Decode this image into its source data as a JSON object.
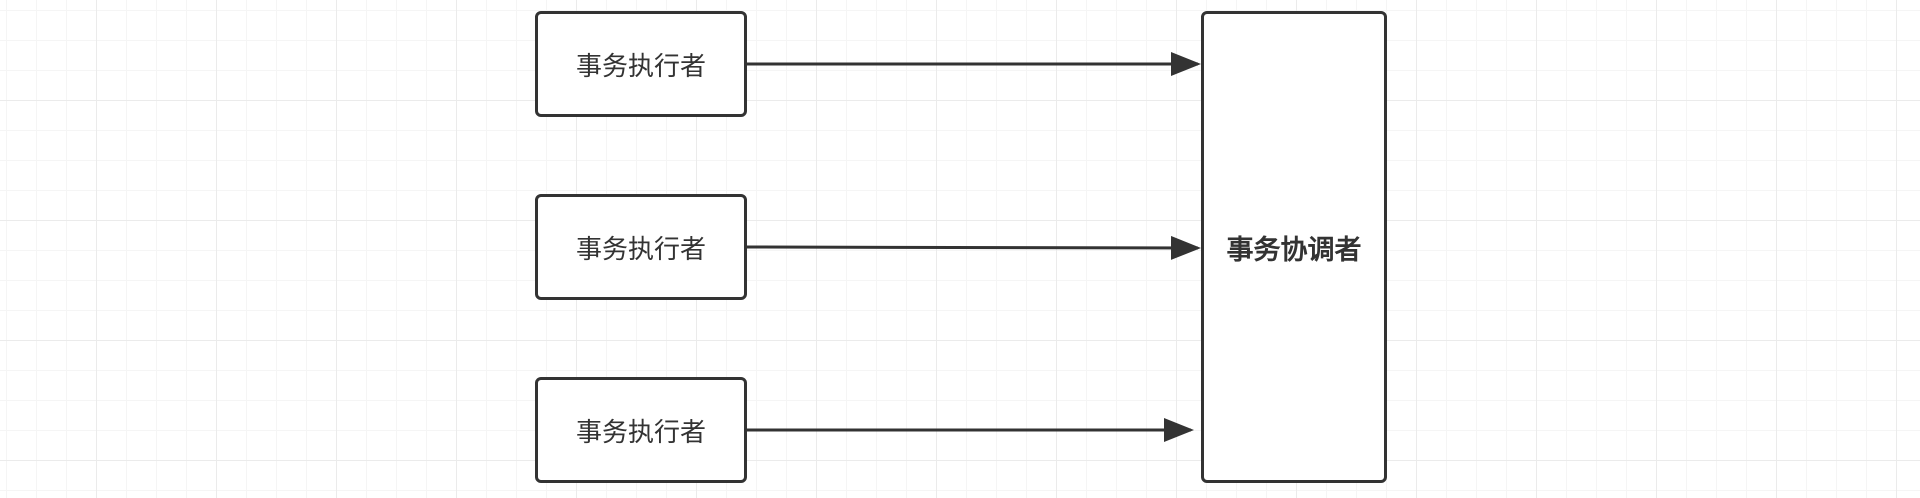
{
  "diagram": {
    "executors": [
      {
        "label": "事务执行者"
      },
      {
        "label": "事务执行者"
      },
      {
        "label": "事务执行者"
      }
    ],
    "coordinator": {
      "label": "事务协调者"
    },
    "colors": {
      "stroke": "#333333",
      "text": "#333333",
      "grid": "#ebebeb",
      "background": "#ffffff"
    }
  }
}
